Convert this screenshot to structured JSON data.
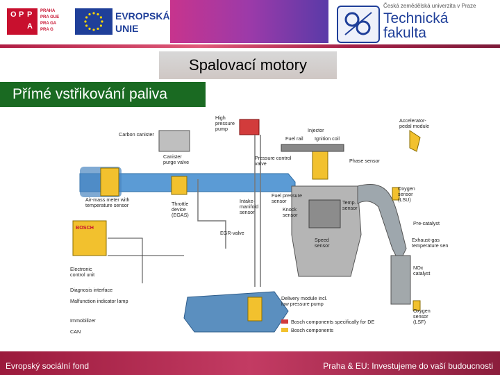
{
  "header": {
    "oppa": [
      "O",
      "P",
      "P",
      "A"
    ],
    "praha_rows": [
      "PRAHA",
      "PRA GUE",
      "PRA GA",
      "PRA G"
    ],
    "eu_label_line1": "EVROPSKÁ",
    "eu_label_line2": "UNIE",
    "faculty_small": "Česká zemědělská univerzita v Praze",
    "faculty_line1": "Technická",
    "faculty_line2": "fakulta"
  },
  "slide": {
    "title": "Spalovací motory",
    "subtitle": "Přímé vstřikování paliva"
  },
  "diagram_labels": {
    "hp_pump": [
      "High",
      "pressure",
      "pump"
    ],
    "carbon_canister": "Carbon canister",
    "canister_purge": [
      "Canister",
      "purge valve"
    ],
    "injector": "Injector",
    "fuel_rail": "Fuel rail",
    "ignition_coil": "Ignition coil",
    "pressure_control": [
      "Pressure control",
      "valve"
    ],
    "phase_sensor": "Phase sensor",
    "accel_pedal": [
      "Accelerator-",
      "pedal module"
    ],
    "air_mass": [
      "Air-mass meter with",
      "temperature sensor"
    ],
    "throttle": [
      "Throttle",
      "device",
      "(EGAS)"
    ],
    "intake_manifold": [
      "Intake-",
      "manifold",
      "sensor"
    ],
    "fuel_pressure": [
      "Fuel pressure",
      "sensor"
    ],
    "knock": [
      "Knock",
      "sensor"
    ],
    "temp": [
      "Temp.",
      "sensor"
    ],
    "oxygen_lsu": [
      "Oxygen",
      "sensor",
      "(LSU)"
    ],
    "egr": "EGR-valve",
    "pre_catalyst": "Pre-catalyst",
    "speed_sensor": [
      "Speed",
      "sensor"
    ],
    "exhaust_temp": [
      "Exhaust-gas",
      "temperature sensor"
    ],
    "nox": [
      "NOx",
      "catalyst"
    ],
    "ecu": [
      "Electronic",
      "control unit"
    ],
    "diag": "Diagnosis interface",
    "malfunction": "Malfunction indicator lamp",
    "immobilizer": "Immobilizer",
    "can": "CAN",
    "delivery": [
      "Delivery module incl.",
      "low pressure pump"
    ],
    "oxygen_lsf": [
      "Oxygen",
      "sensor",
      "(LSF)"
    ],
    "legend_red": "Bosch components specifically for DE",
    "legend_yellow": "Bosch components",
    "bosch": "BOSCH"
  },
  "footer": {
    "left": "Evropský sociální fond",
    "right": "Praha & EU: Investujeme do vaší budoucnosti"
  },
  "colors": {
    "accent_red": "#c8102e",
    "eu_blue": "#1f3f99",
    "subtitle_green": "#1a6a22",
    "footer": "#9b1a3c"
  }
}
